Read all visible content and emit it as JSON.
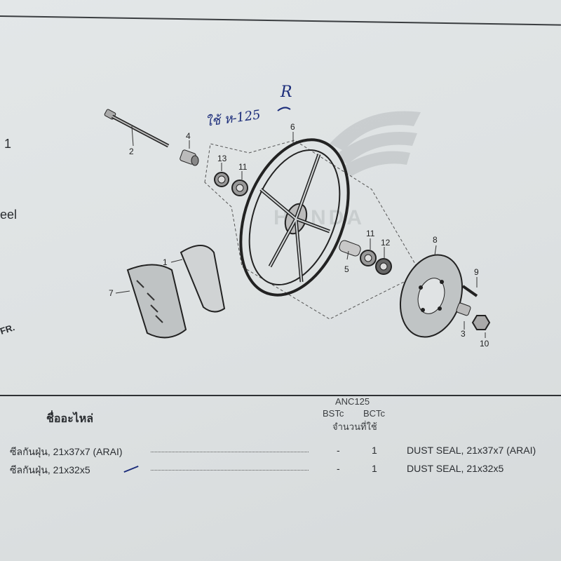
{
  "diagram": {
    "callouts": [
      "1",
      "2",
      "3",
      "4",
      "5",
      "6",
      "7",
      "8",
      "9",
      "10",
      "11",
      "11",
      "12",
      "13"
    ],
    "handwriting": {
      "note": "ใช้ ห-125",
      "letter": "R"
    },
    "edge_text": {
      "fig_number": "1",
      "wheel_suffix": "eel",
      "direction": "FR."
    },
    "watermark": "HONDA"
  },
  "table": {
    "model": "ANC125",
    "col_bst": "BSTc",
    "col_bct": "BCTc",
    "qty_label": "จำนวนที่ใช้",
    "name_header": "ชื่ออะไหล่",
    "rows": [
      {
        "name": "ซีลกันฝุ่น, 21x37x7 (ARAI)",
        "bst": "-",
        "bct": "1",
        "name_en": "DUST SEAL, 21x37x7 (ARAI)"
      },
      {
        "name": "ซีลกันฝุ่น, 21x32x5",
        "bst": "-",
        "bct": "1",
        "name_en": "DUST SEAL, 21x32x5"
      }
    ]
  }
}
